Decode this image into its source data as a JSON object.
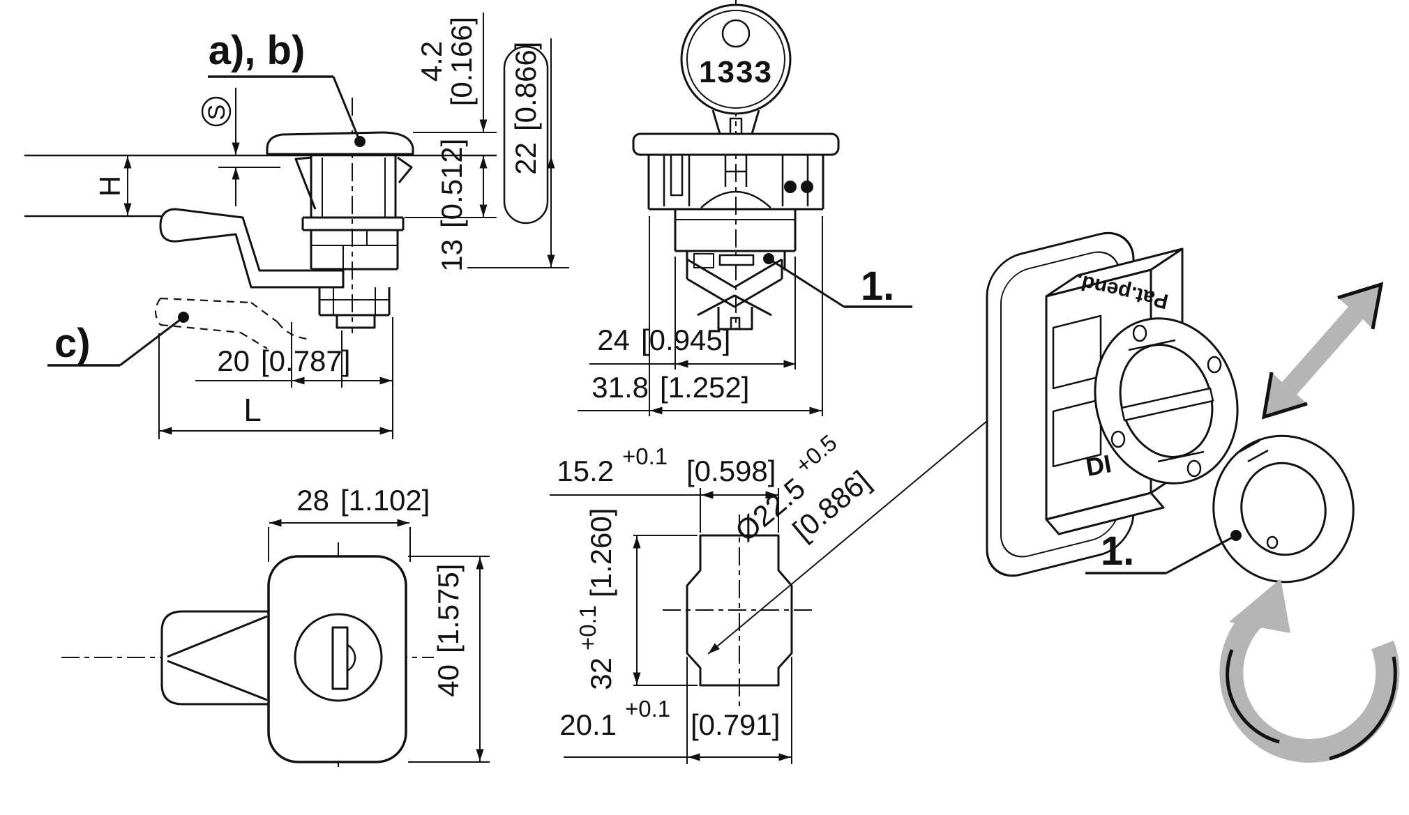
{
  "side_view": {
    "callout_ab": "a), b)",
    "callout_c": "c)",
    "sheet_thickness_symbol": "S",
    "panel_thickness_label": "H",
    "overall_length_label": "L",
    "dim_head_height": {
      "mm": "4.2",
      "inch": "[0.166]"
    },
    "dim_grip_length": {
      "mm": "22",
      "inch": "[0.866]"
    },
    "dim_body_depth": {
      "mm": "13",
      "inch": "[0.512]"
    },
    "dim_cam_length": {
      "mm": "20",
      "inch": "[0.787]"
    }
  },
  "front_view": {
    "key_code": "1333",
    "callout_clip": "1.",
    "dim_body_width": {
      "mm": "24",
      "inch": "[0.945]"
    },
    "dim_overall_width": {
      "mm": "31.8",
      "inch": "[1.252]"
    }
  },
  "back_view": {
    "dim_width": {
      "mm": "28",
      "inch": "[1.102]"
    },
    "dim_height": {
      "mm": "40",
      "inch": "[1.575]"
    }
  },
  "cutout_view": {
    "dim_slot_width": {
      "mm": "15.2",
      "tol": "+0.1",
      "inch": "[0.598]"
    },
    "dim_slot_height": {
      "mm": "32",
      "tol": "+0.1",
      "inch": "[1.260]"
    },
    "dim_flat_width": {
      "mm": "20.1",
      "tol": "+0.1",
      "inch": "[0.791]"
    },
    "dim_bore_diameter": {
      "mm": "Ø22.5",
      "tol": "+0.5",
      "inch": "[0.886]"
    }
  },
  "iso_view": {
    "patent_note": "Pat.pend.",
    "brand_fragment": "DI",
    "callout_clip": "1."
  }
}
